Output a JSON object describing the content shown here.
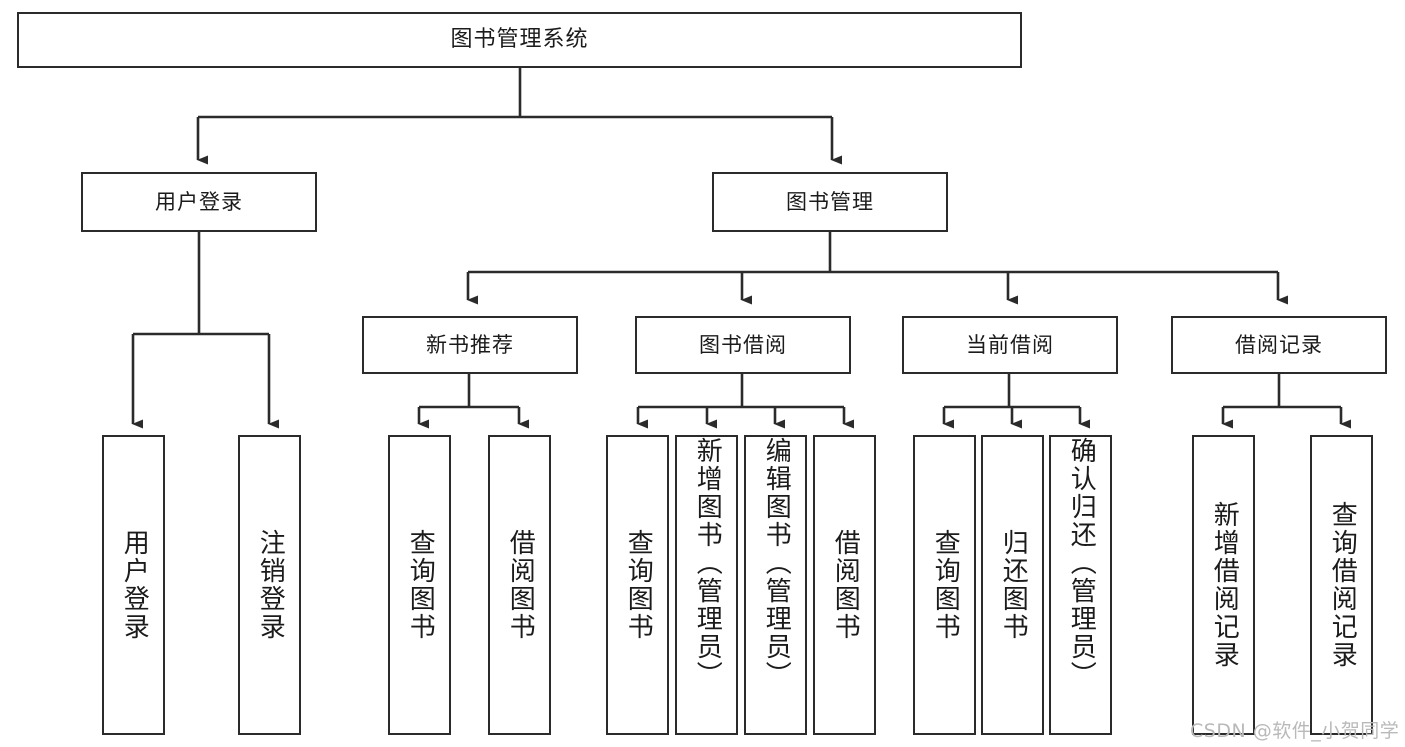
{
  "diagram": {
    "type": "tree",
    "title": "图书管理系统",
    "watermark": "CSDN @软件_小贺同学",
    "colors": {
      "box_border": "#2b2b2b",
      "box_fill": "#ffffff",
      "line": "#2b2b2b",
      "text": "#1b1b1b",
      "watermark": "#b9b9b9"
    },
    "nodes": {
      "root": {
        "label": "图书管理系统"
      },
      "level1": [
        {
          "label": "用户登录"
        },
        {
          "label": "图书管理"
        }
      ],
      "level2": [
        {
          "label": "新书推荐"
        },
        {
          "label": "图书借阅"
        },
        {
          "label": "当前借阅"
        },
        {
          "label": "借阅记录"
        }
      ],
      "leaves_user_login": [
        {
          "label": "用户登录"
        },
        {
          "label": "注销登录"
        }
      ],
      "leaves_new_book": [
        {
          "label": "查询图书"
        },
        {
          "label": "借阅图书"
        }
      ],
      "leaves_borrow": [
        {
          "label": "查询图书"
        },
        {
          "label": "新增图书（管理员）"
        },
        {
          "label": "编辑图书（管理员）"
        },
        {
          "label": "借阅图书"
        }
      ],
      "leaves_current": [
        {
          "label": "查询图书"
        },
        {
          "label": "归还图书"
        },
        {
          "label": "确认归还（管理员）"
        }
      ],
      "leaves_record": [
        {
          "label": "新增借阅记录"
        },
        {
          "label": "查询借阅记录"
        }
      ]
    }
  }
}
